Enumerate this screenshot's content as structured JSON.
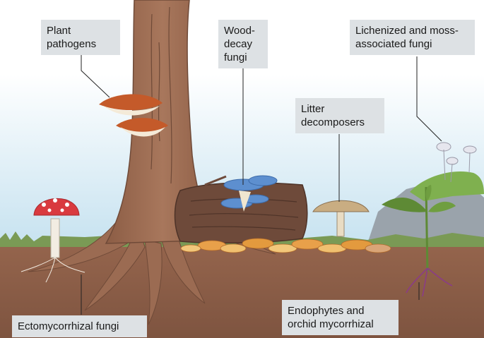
{
  "labels": {
    "plant_pathogens": "Plant\npathogens",
    "wood_decay": "Wood-\ndecay\nfungi",
    "lichenized": "Lichenized and moss-\nassociated fungi",
    "litter": "Litter\ndecomposers",
    "ectomycorrhizal": "Ectomycorrhizal fungi",
    "endophytes": "Endophytes and\norchid mycorrhizal"
  },
  "colors": {
    "sky_top": "#ffffff",
    "sky_bottom": "#cfe6f2",
    "soil": "#8a5a44",
    "tree": "#9b6b52",
    "label_bg": "#dde1e4",
    "wood_decay_fungi": "#5d8fcf",
    "amanita_cap": "#d93a3f",
    "leaf_litter": "#e8a04a",
    "grass": "#6f9a4a"
  }
}
